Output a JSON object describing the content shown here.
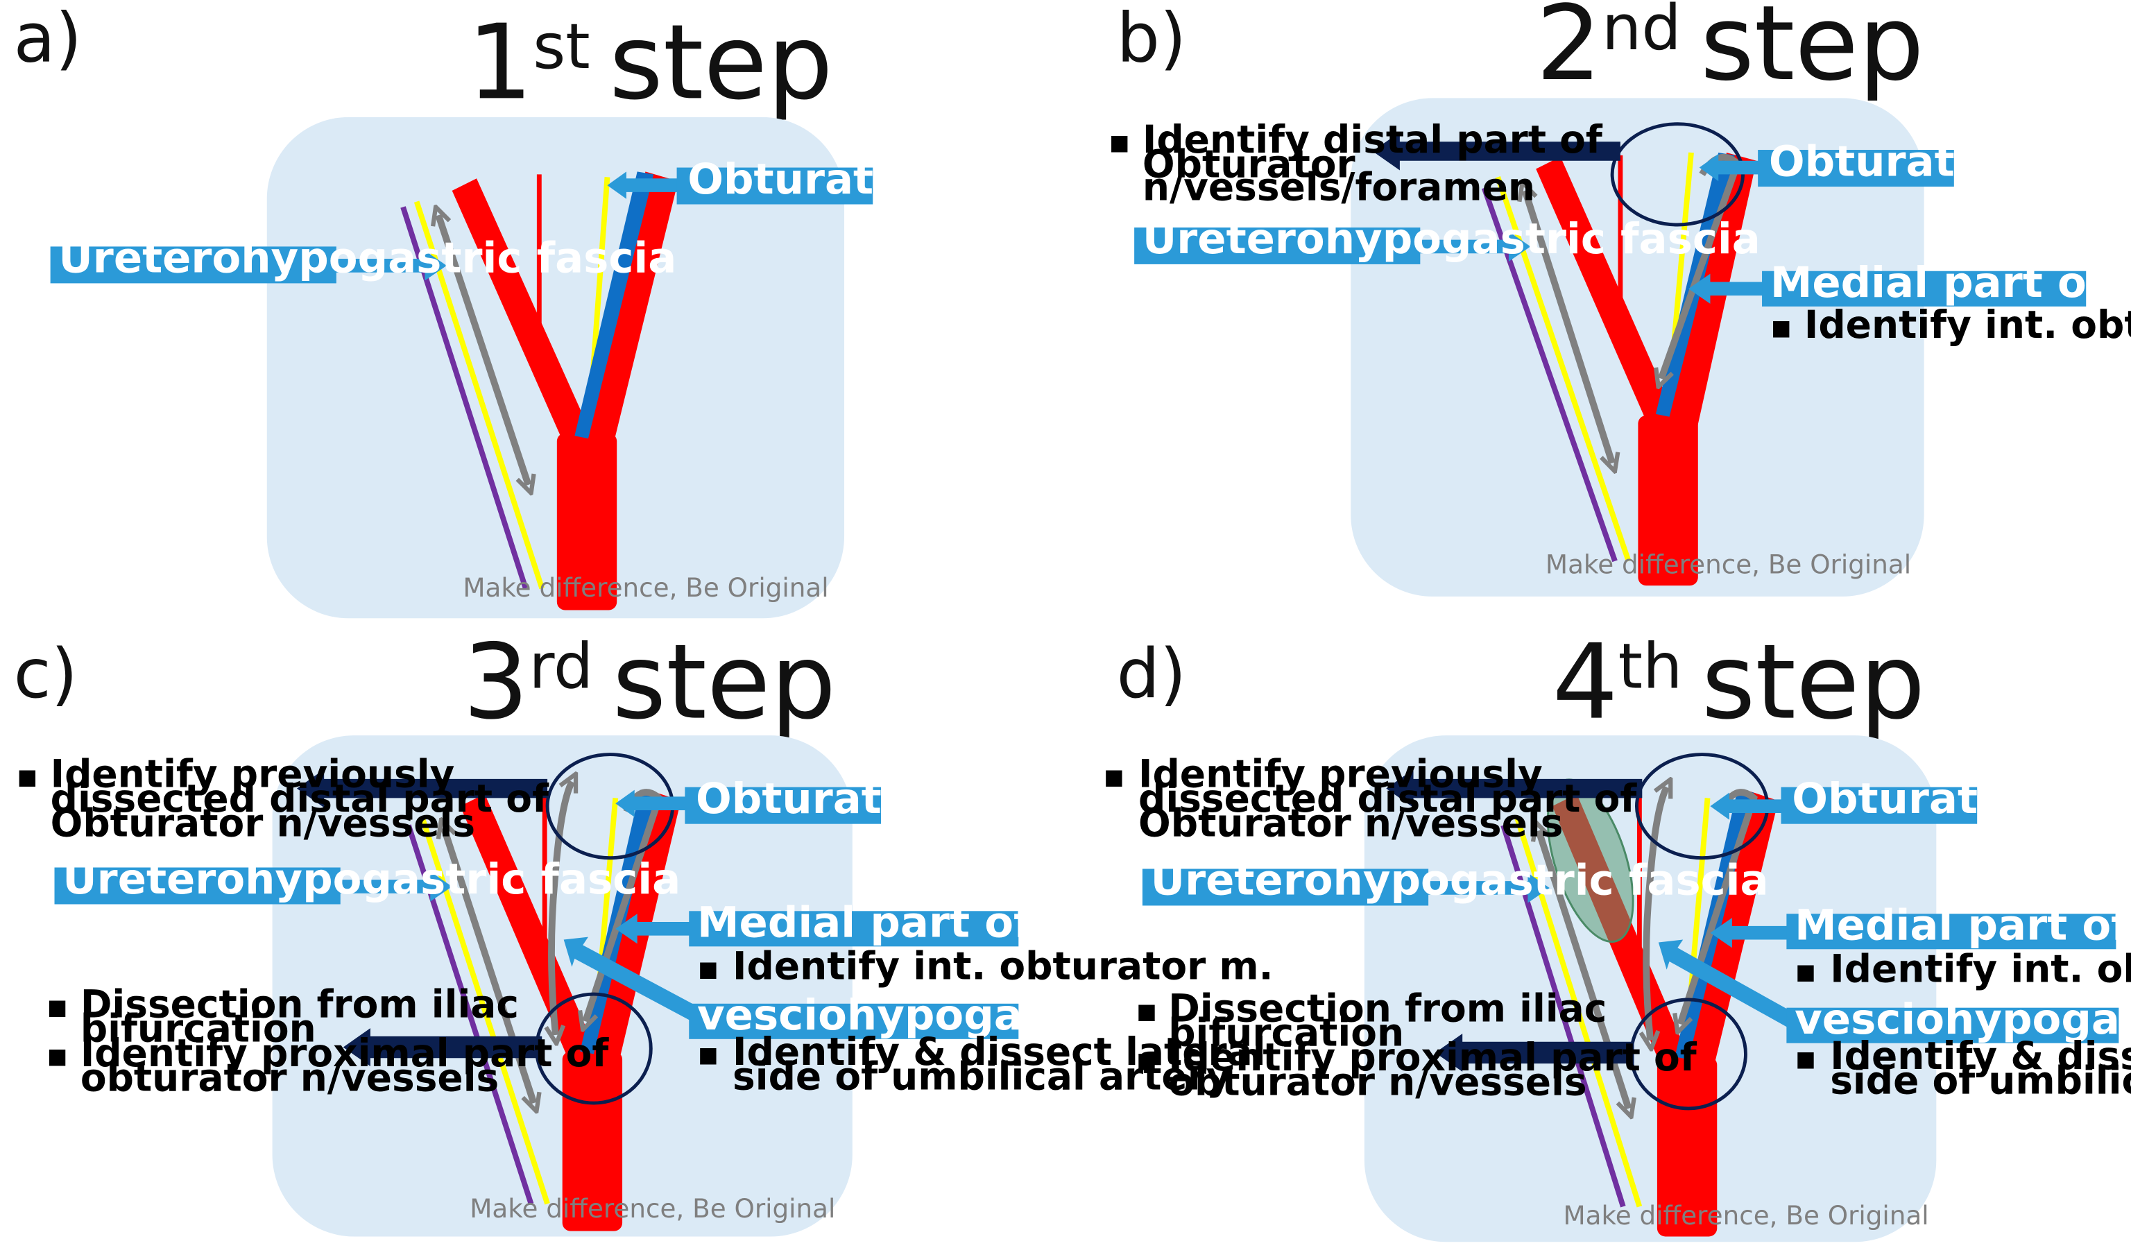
{
  "panels": [
    {
      "letter": "a)",
      "title": {
        "prefix": "1",
        "sup": "st",
        "word": "step"
      },
      "labels": {
        "obturator_nerve": "Obturator nerve",
        "ureterohypogastric_fascia": "Ureterohypogastric fascia"
      },
      "watermark": "Make difference, Be Original"
    },
    {
      "letter": "b)",
      "title": {
        "prefix": "2",
        "sup": "nd",
        "word": "step"
      },
      "labels": {
        "obturator_nerve": "Obturator nerve",
        "ureterohypogastric_fascia": "Ureterohypogastric fascia",
        "medial_ext_iliac_vein": "Medial part of Ext. iliac vein"
      },
      "notes": {
        "distal": [
          "Identify distal part of",
          "Obturator",
          "n/vessels/foramen"
        ],
        "int_obturator": [
          "Identify int. obturator m."
        ]
      },
      "watermark": "Make difference, Be Original"
    },
    {
      "letter": "c)",
      "title": {
        "prefix": "3",
        "sup": "rd",
        "word": "step"
      },
      "labels": {
        "obturator_nerve": "Obturator nerve",
        "ureterohypogastric_fascia": "Ureterohypogastric fascia",
        "medial_ext_iliac_vein": "Medial part of Ext. iliac vein",
        "vesciohypogastric_fascia": "vesciohypogastric fascia"
      },
      "notes": {
        "previous": [
          "Identify previously",
          "dissected distal part of",
          "Obturator n/vessels"
        ],
        "int_obturator": [
          "Identify int. obturator m."
        ],
        "bifurcation": [
          "Dissection from iliac",
          "bifurcation"
        ],
        "proximal": [
          "Identify proximal part of",
          "obturator n/vessels"
        ],
        "umbilical": [
          "Identify & dissect lateral",
          "side of umbilical artery"
        ]
      },
      "watermark": "Make difference, Be Original"
    },
    {
      "letter": "d)",
      "title": {
        "prefix": "4",
        "sup": "th",
        "word": "step"
      },
      "labels": {
        "obturator_nerve": "Obturator nerve",
        "ureterohypogastric_fascia": "Ureterohypogastric fascia",
        "medial_ext_iliac_vein": "Medial part of Ext. iliac vein",
        "vesciohypogastric_fascia": "vesciohypogastric fascia"
      },
      "notes": {
        "previous": [
          "Identify previously",
          "dissected distal part of",
          "Obturator n/vessels"
        ],
        "int_obturator": [
          "Identify int. obturator m."
        ],
        "bifurcation": [
          "Dissection from iliac",
          "bifurcation"
        ],
        "proximal": [
          "Identify proximal part of",
          "obturator n/vessels"
        ],
        "umbilical": [
          "Identify & dissect lateral",
          "side of umbilical artery"
        ]
      },
      "watermark": "Make difference, Be Original"
    }
  ],
  "colors": {
    "background_box": "#dbeaf6",
    "artery": "#ff0000",
    "nerve": "#0f6fc6",
    "label_box": "#2b9ad8",
    "dark_arrow": "#0b1f4f",
    "gray_arrow": "#808080",
    "fascia_yellow": "#ffff00",
    "fascia_purple": "#7030a0",
    "highlight": "#5b9b77"
  }
}
